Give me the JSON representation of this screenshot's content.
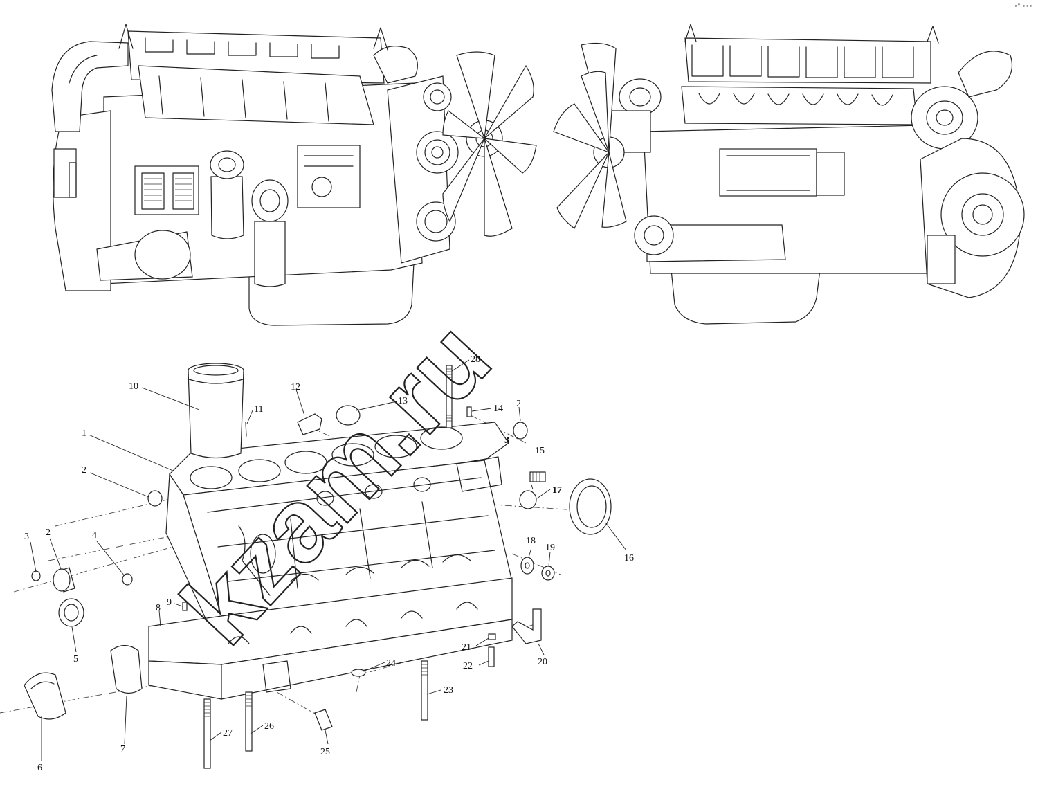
{
  "corner_mark": "∘° ∘∘∘",
  "watermark": {
    "text": "kzam.ru"
  },
  "callouts": [
    {
      "id": "c1",
      "label": "1"
    },
    {
      "id": "c2a",
      "label": "2"
    },
    {
      "id": "c2b",
      "label": "2"
    },
    {
      "id": "c2c",
      "label": "2"
    },
    {
      "id": "c3a",
      "label": "3"
    },
    {
      "id": "c3b",
      "label": "3"
    },
    {
      "id": "c4",
      "label": "4"
    },
    {
      "id": "c5",
      "label": "5"
    },
    {
      "id": "c6",
      "label": "6"
    },
    {
      "id": "c7",
      "label": "7"
    },
    {
      "id": "c8",
      "label": "8"
    },
    {
      "id": "c9",
      "label": "9"
    },
    {
      "id": "c10",
      "label": "10"
    },
    {
      "id": "c11",
      "label": "11"
    },
    {
      "id": "c12",
      "label": "12"
    },
    {
      "id": "c13",
      "label": "13"
    },
    {
      "id": "c14",
      "label": "14"
    },
    {
      "id": "c15",
      "label": "15"
    },
    {
      "id": "c16",
      "label": "16"
    },
    {
      "id": "c17",
      "label": "17"
    },
    {
      "id": "c18",
      "label": "18"
    },
    {
      "id": "c19",
      "label": "19"
    },
    {
      "id": "c20",
      "label": "20"
    },
    {
      "id": "c21",
      "label": "21"
    },
    {
      "id": "c22",
      "label": "22"
    },
    {
      "id": "c23",
      "label": "23"
    },
    {
      "id": "c24",
      "label": "24"
    },
    {
      "id": "c25",
      "label": "25"
    },
    {
      "id": "c26",
      "label": "26"
    },
    {
      "id": "c27",
      "label": "27"
    },
    {
      "id": "c28",
      "label": "28"
    }
  ]
}
